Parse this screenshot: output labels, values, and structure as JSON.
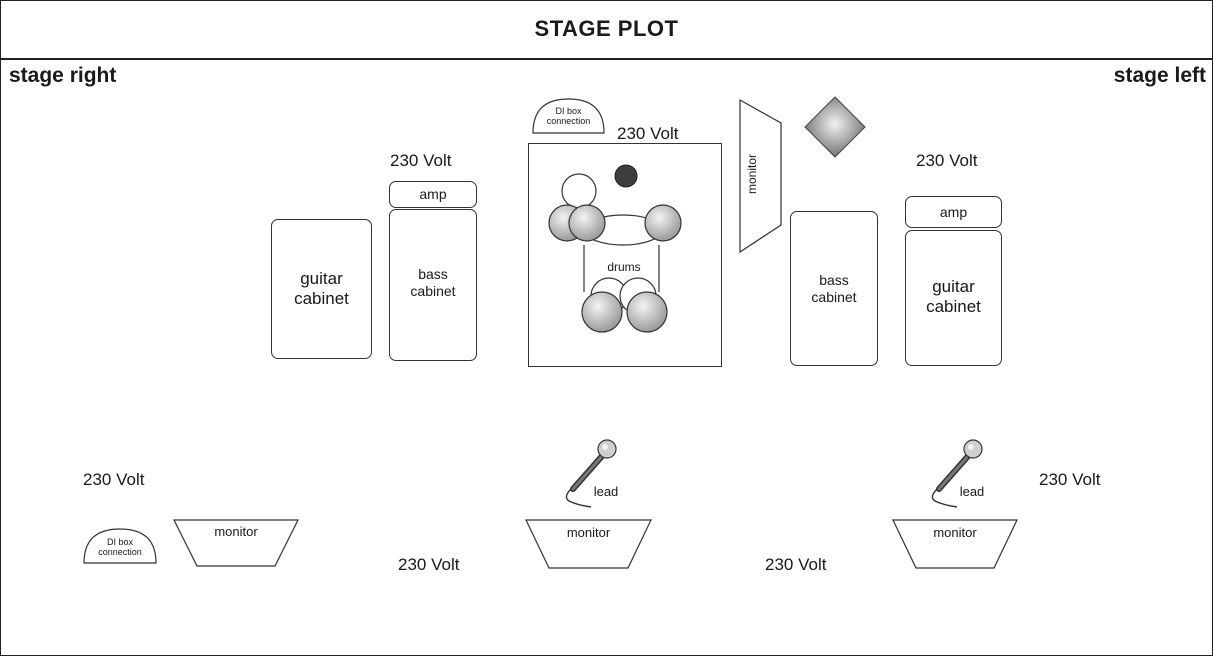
{
  "header": {
    "title": "STAGE PLOT"
  },
  "sides": {
    "left_text": "stage right",
    "right_text": "stage left"
  },
  "power": {
    "volt_drums": "230 Volt",
    "volt_bass_left": "230 Volt",
    "volt_amp_right": "230 Volt",
    "volt_front_left": "230 Volt",
    "volt_front_center_left": "230 Volt",
    "volt_front_center_right": "230 Volt",
    "volt_front_right": "230 Volt"
  },
  "gear": {
    "di_box_label_line1": "DI box",
    "di_box_label_line2": "connection",
    "guitar_cab_left_line1": "guitar",
    "guitar_cab_left_line2": "cabinet",
    "bass_amp_left": "amp",
    "bass_cab_left_line1": "bass",
    "bass_cab_left_line2": "cabinet",
    "drums_label": "drums",
    "drum_monitor_label": "monitor",
    "bass_cab_right_line1": "bass",
    "bass_cab_right_line2": "cabinet",
    "guitar_amp_right": "amp",
    "guitar_cab_right_line1": "guitar",
    "guitar_cab_right_line2": "cabinet"
  },
  "front": {
    "monitor_left": "monitor",
    "monitor_center": "monitor",
    "monitor_right": "monitor",
    "mic_center_label": "lead",
    "mic_right_label": "lead"
  },
  "icons": {
    "microphone": "microphone-icon",
    "diamond": "diamond-light-icon",
    "di_box": "di-box-icon",
    "monitor_wedge": "monitor-wedge-icon"
  }
}
